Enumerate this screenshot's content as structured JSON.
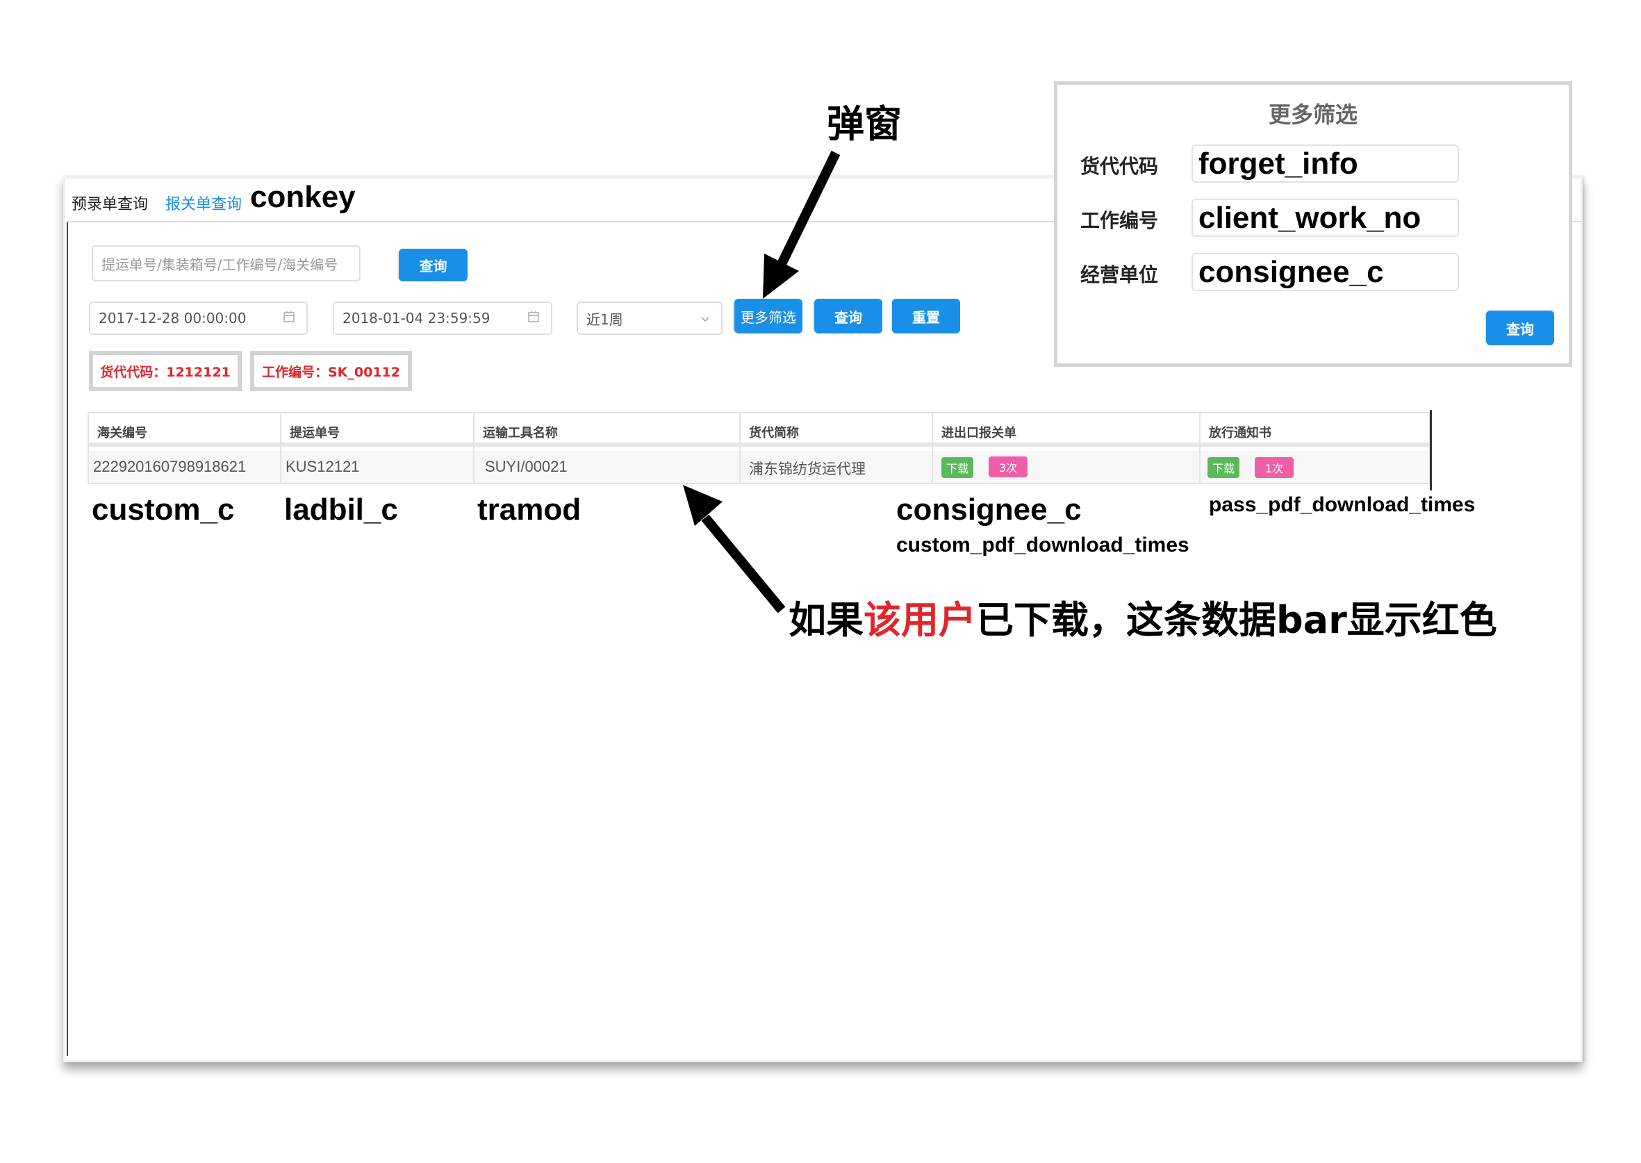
{
  "tabs": [
    {
      "label": "预录单查询",
      "active": true
    },
    {
      "label": "报关单查询",
      "active": false
    }
  ],
  "search": {
    "placeholder": "提运单号/集装箱号/工作编号/海关编号",
    "overlay_field": "conkey",
    "button_label": "查询"
  },
  "filters": {
    "date_start": "2017-12-28 00:00:00",
    "date_end": "2018-01-04 23:59:59",
    "range_select": "近1周",
    "more_filters_label": "更多筛选",
    "query_label": "查询",
    "reset_label": "重置"
  },
  "active_tags": [
    {
      "label": "货代代码：1212121"
    },
    {
      "label": "工作编号：SK_00112"
    }
  ],
  "table": {
    "columns": [
      "海关编号",
      "提运单号",
      "运输工具名称",
      "货代简称",
      "进出口报关单",
      "放行通知书"
    ],
    "column_fields": [
      "custom_c",
      "ladbil_c",
      "tramod",
      "consignee_c",
      "custom_pdf_download_times",
      "pass_pdf_download_times"
    ],
    "rows": [
      {
        "customs_no": "222920160798918621",
        "bill_no": "KUS12121",
        "transport": "SUYI/00021",
        "forwarder": "浦东锦纺货运代理",
        "customs_pdf": {
          "download_label": "下载",
          "times": "3次"
        },
        "pass_pdf": {
          "download_label": "下载",
          "times": "1次"
        }
      }
    ]
  },
  "modal": {
    "title": "更多筛选",
    "fields": [
      {
        "label": "货代代码",
        "field": "forget_info"
      },
      {
        "label": "工作编号",
        "field": "client_work_no"
      },
      {
        "label": "经营单位",
        "field": "consignee_c"
      }
    ],
    "submit_label": "查询"
  },
  "annotations": {
    "popup_label": "弹窗",
    "note_prefix": "如果",
    "note_highlight": "该用户",
    "note_suffix": "已下载，这条数据bar显示红色"
  },
  "colors": {
    "primary": "#1a8fe8",
    "tag_red": "#e3242b",
    "badge_green": "#5cb85c",
    "badge_pink": "#ef5fa7"
  }
}
